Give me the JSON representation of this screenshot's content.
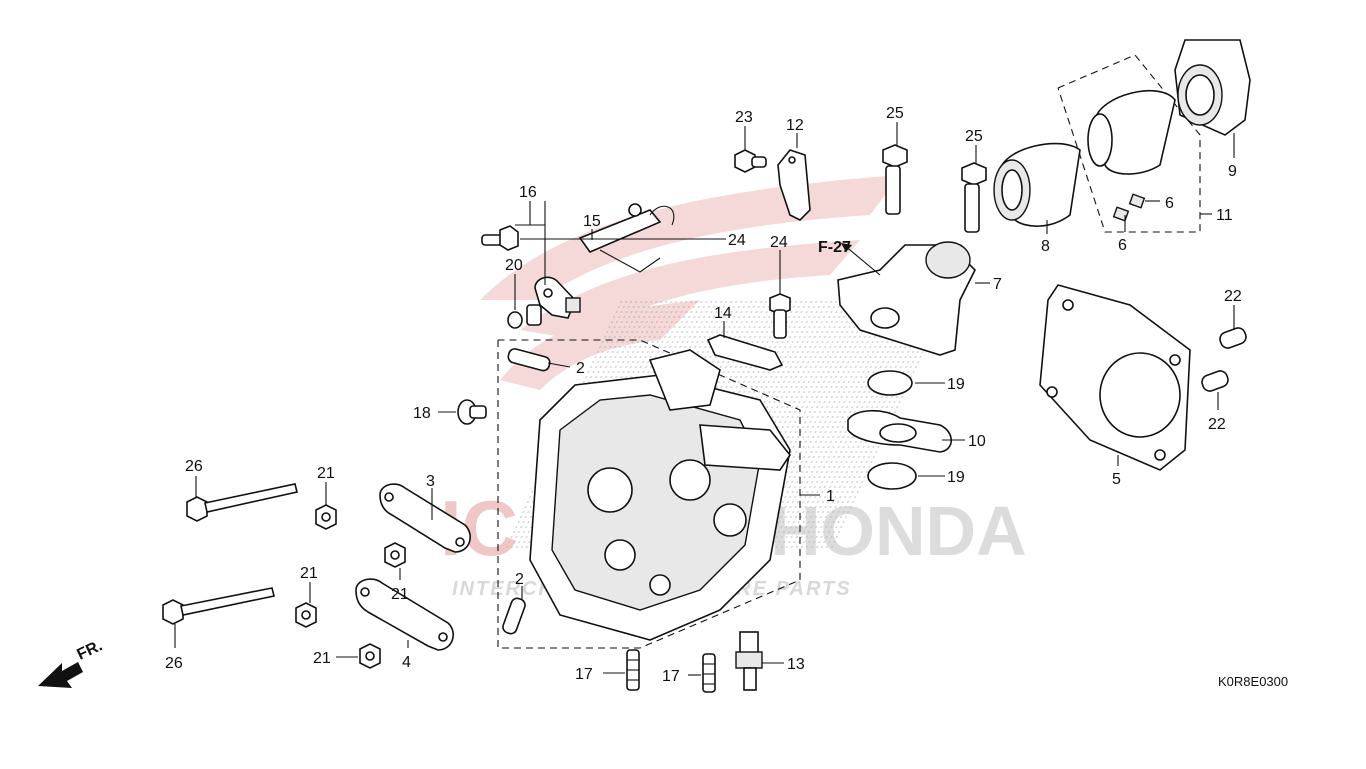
{
  "diagram": {
    "code": "K0R8E0300",
    "reference": "F-27",
    "direction": "FR.",
    "colors": {
      "watermark": "#e6a3a3",
      "line": "#111111",
      "dots": "#9a9a9a"
    }
  },
  "watermark": {
    "tagline": "INTERCHANGEABLE SPARE PARTS",
    "brand": "HONDA",
    "prefix": "IC"
  },
  "callouts": [
    "1",
    "2",
    "2",
    "3",
    "4",
    "5",
    "6",
    "6",
    "7",
    "8",
    "9",
    "10",
    "11",
    "12",
    "13",
    "14",
    "15",
    "16",
    "17",
    "17",
    "18",
    "19",
    "19",
    "20",
    "21",
    "21",
    "21",
    "21",
    "22",
    "22",
    "23",
    "24",
    "24",
    "25",
    "25",
    "26",
    "26"
  ]
}
